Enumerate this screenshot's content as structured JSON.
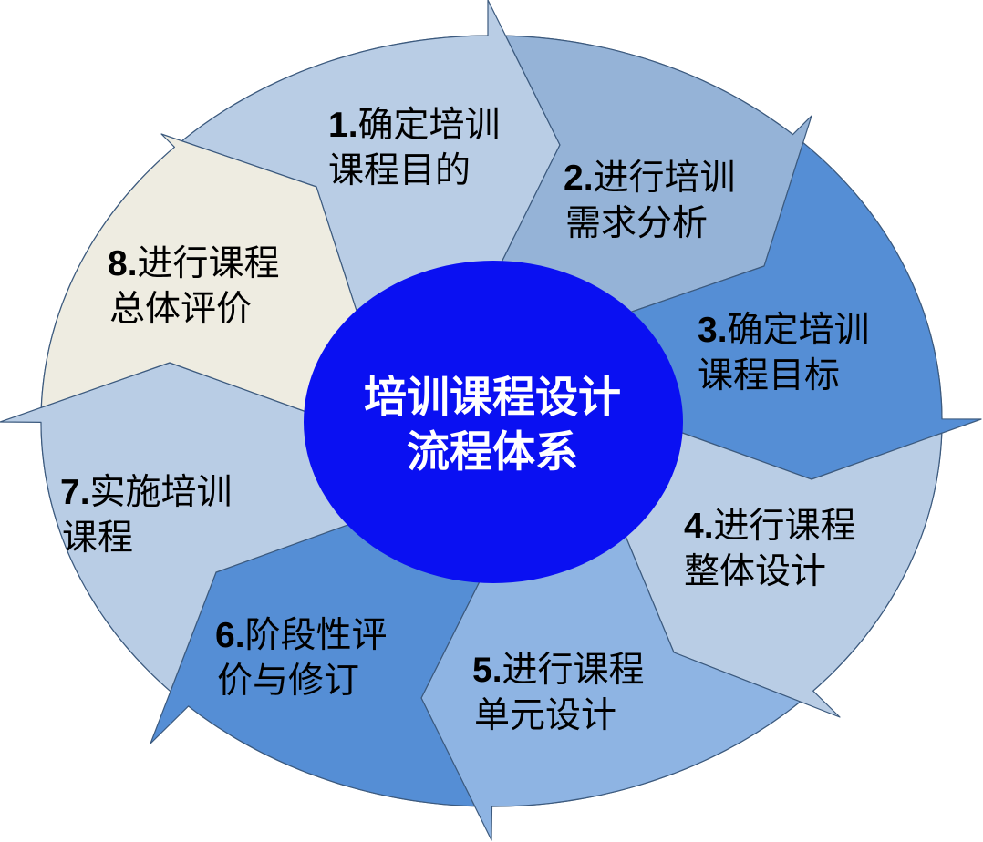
{
  "title": {
    "line1": "培训课程设计",
    "line2": "流程体系"
  },
  "colors": {
    "center": "#0a10f2",
    "stroke": "#3c5a7e",
    "segments": [
      "#b9cde5",
      "#95b3d7",
      "#558ed5",
      "#b9cde5",
      "#8eb4e3",
      "#558ed5",
      "#b9cde5",
      "#eeece1"
    ]
  },
  "steps": [
    {
      "num": "1.",
      "line1": "确定培训",
      "line2": "课程目的"
    },
    {
      "num": "2.",
      "line1": "进行培训",
      "line2": "需求分析"
    },
    {
      "num": "3.",
      "line1": "确定培训",
      "line2": "课程目标"
    },
    {
      "num": "4.",
      "line1": "进行课程",
      "line2": "整体设计"
    },
    {
      "num": "5.",
      "line1": "进行课程",
      "line2": "单元设计"
    },
    {
      "num": "6.",
      "line1": "阶段性评",
      "line2": "价与修订"
    },
    {
      "num": "7.",
      "line1": "实施培训",
      "line2": "课程"
    },
    {
      "num": "8.",
      "line1": "进行课程",
      "line2": "总体评价"
    }
  ]
}
